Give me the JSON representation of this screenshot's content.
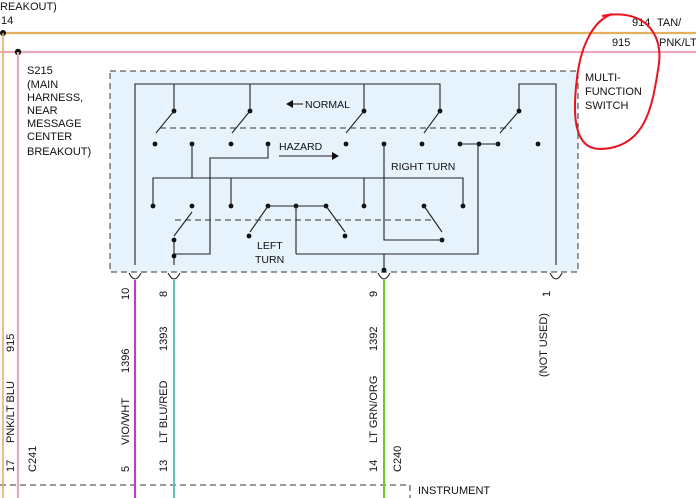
{
  "header": {
    "top_left_fragment": "REAKOUT)",
    "top_left_number": "14",
    "tan_circuit": "914",
    "tan_color": "TAN/",
    "pink_circuit": "915",
    "pink_color": "PNK/LT"
  },
  "splice": {
    "id": "S215",
    "lines": [
      "(MAIN",
      "HARNESS,",
      "NEAR",
      "MESSAGE",
      "CENTER",
      "BREAKOUT)"
    ]
  },
  "switch": {
    "name_lines": [
      "MULTI-",
      "FUNCTION",
      "SWITCH"
    ],
    "labels": {
      "normal": "NORMAL",
      "hazard": "HAZARD",
      "right_turn": "RIGHT TURN",
      "left_turn_1": "LEFT",
      "left_turn_2": "TURN"
    }
  },
  "wires": [
    {
      "circuit": "915",
      "color_label": "PNK/LT BLU",
      "pin_bottom": "17",
      "hex": "#e9a9bb"
    },
    {
      "pin_top": "10",
      "circuit": "1396",
      "color_label": "VIO/WHT",
      "pin_bottom": "5",
      "hex": "#cc33cc"
    },
    {
      "pin_top": "8",
      "circuit": "1393",
      "color_label": "LT BLU/RED",
      "pin_bottom": "13",
      "hex": "#5fbfbf"
    },
    {
      "pin_top": "9",
      "circuit": "1392",
      "color_label": "LT GRN/ORG",
      "pin_bottom": "14",
      "hex": "#66cc33"
    },
    {
      "pin_top": "1",
      "note": "(NOT USED)"
    }
  ],
  "connectors": {
    "left": "C241",
    "right": "C240"
  },
  "bottom": {
    "label": "INSTRUMENT"
  },
  "colors": {
    "tan_wire": "#e4b060",
    "pink_wire": "#e9a9bb",
    "switch_fill": "#e6f3fc",
    "annotation": "#e8141e"
  }
}
